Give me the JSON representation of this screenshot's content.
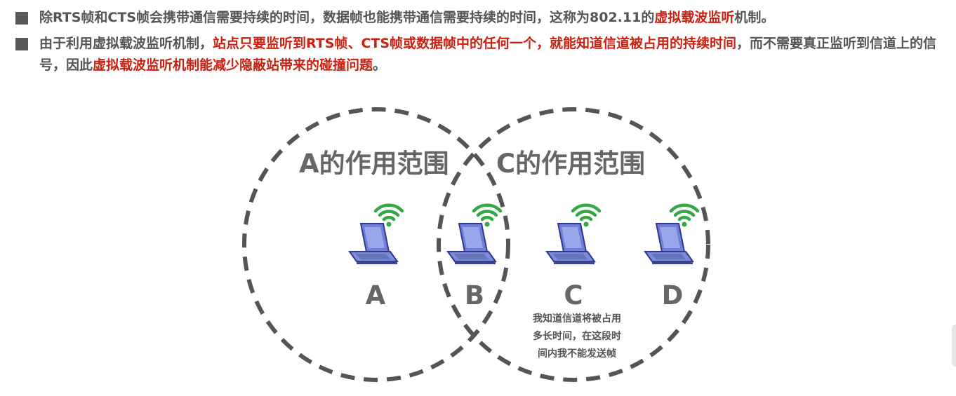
{
  "bullets": [
    {
      "segments": [
        {
          "text": "除RTS帧和CTS帧会携带通信需要持续的时间，数据帧也能携带通信需要持续的时间，这称为802.11的",
          "red": false
        },
        {
          "text": "虚拟载波监听",
          "red": true
        },
        {
          "text": "机制。",
          "red": false
        }
      ]
    },
    {
      "segments": [
        {
          "text": "由于利用虚拟载波监听机制，",
          "red": false
        },
        {
          "text": "站点只要监听到RTS帧、CTS帧或数据帧中的任何一个，就能知道信道被占用的持续时间",
          "red": true
        },
        {
          "text": "，而不需要真正监听到信道上的信号，因此",
          "red": false
        },
        {
          "text": "虚拟载波监听机制能减少隐蔽站带来的碰撞问题",
          "red": true
        },
        {
          "text": "。",
          "red": false
        }
      ]
    }
  ],
  "diagram": {
    "zones": [
      {
        "title": "A的作用范围"
      },
      {
        "title": "C的作用范围"
      }
    ],
    "stations": [
      {
        "label": "A",
        "icon": "laptop-wireless-icon"
      },
      {
        "label": "B",
        "icon": "laptop-wireless-icon"
      },
      {
        "label": "C",
        "icon": "laptop-wireless-icon"
      },
      {
        "label": "D",
        "icon": "laptop-wireless-icon"
      }
    ],
    "note_lines": [
      "我知道信道将被占用",
      "多长时间，在这段时",
      "间内我不能发送帧"
    ]
  },
  "colors": {
    "text_gray": "#555555",
    "highlight_red": "#cc1f10",
    "circle_stroke": "#555555",
    "laptop_blue": "#6f7ed6",
    "wifi_green": "#35a845"
  }
}
